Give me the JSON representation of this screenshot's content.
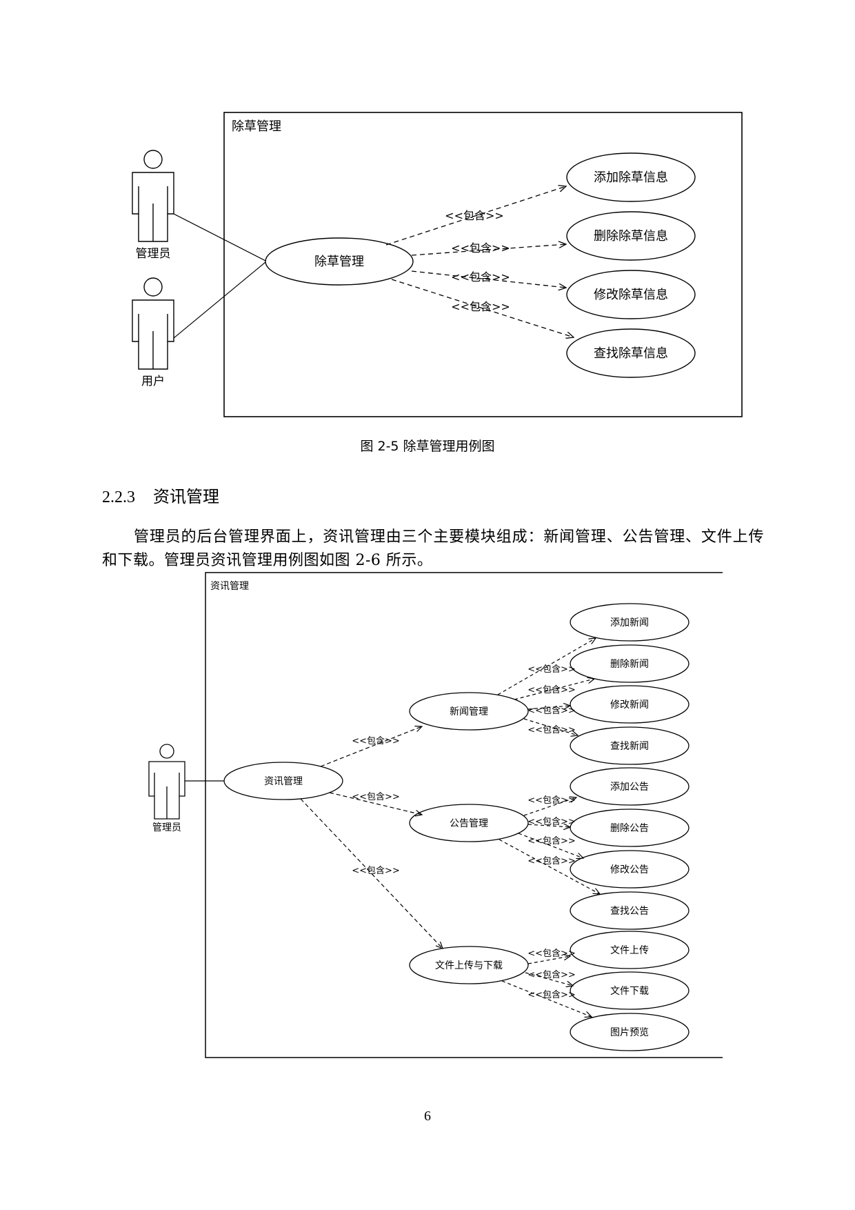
{
  "figure1": {
    "system_label": "除草管理",
    "actors": [
      "管理员",
      "用户"
    ],
    "main_usecase": "除草管理",
    "usecases": [
      "添加除草信息",
      "删除除草信息",
      "修改除草信息",
      "查找除草信息"
    ],
    "include_label": "<<包含>>",
    "caption": "图 2-5  除草管理用例图"
  },
  "section": {
    "number": "2.2.3",
    "title": "资讯管理"
  },
  "paragraph": "管理员的后台管理界面上，资讯管理由三个主要模块组成：新闻管理、公告管理、文件上传和下载。管理员资讯管理用例图如图 2-6 所示。",
  "figure2": {
    "system_label": "资讯管理",
    "actor": "管理员",
    "root_usecase": "资讯管理",
    "include_label": "<<包含>>",
    "modules": [
      {
        "name": "新闻管理",
        "children": [
          "添加新闻",
          "删除新闻",
          "修改新闻",
          "查找新闻"
        ]
      },
      {
        "name": "公告管理",
        "children": [
          "添加公告",
          "删除公告",
          "修改公告",
          "查找公告"
        ]
      },
      {
        "name": "文件上传与下载",
        "children": [
          "文件上传",
          "文件下载",
          "图片预览"
        ]
      }
    ]
  },
  "page_number": "6"
}
